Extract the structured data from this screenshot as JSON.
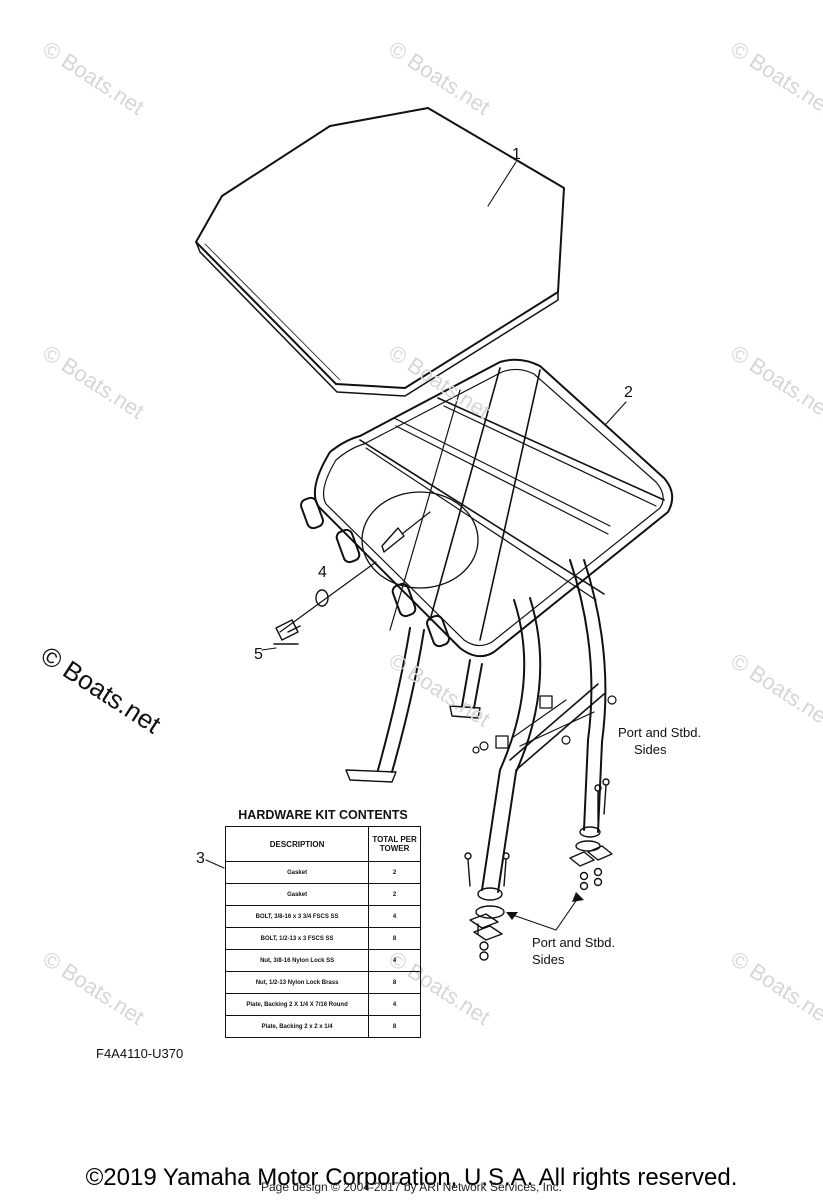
{
  "watermark": "© Boats.net",
  "callouts": [
    "1",
    "2",
    "3",
    "4",
    "5"
  ],
  "notes": {
    "upper": [
      "Port and Stbd.",
      "Sides"
    ],
    "lower": [
      "Port and Stbd.",
      "Sides"
    ]
  },
  "hardware_kit": {
    "title": "HARDWARE KIT CONTENTS",
    "headers": [
      "DESCRIPTION",
      "TOTAL PER TOWER"
    ],
    "rows": [
      [
        "Gasket",
        "2"
      ],
      [
        "Gasket",
        "2"
      ],
      [
        "BOLT, 3/8-16 x 3 3/4 FSCS SS",
        "4"
      ],
      [
        "BOLT, 1/2-13 x 3 FSCS SS",
        "8"
      ],
      [
        "Nut, 3/8-16 Nylon Lock SS",
        "4"
      ],
      [
        "Nut, 1/2-13 Nylon Lock Brass",
        "8"
      ],
      [
        "Plate, Backing 2 X 1/4 X 7/16 Round",
        "4"
      ],
      [
        "Plate, Backing 2 x 2 x 1/4",
        "8"
      ]
    ]
  },
  "part_number": "F4A4110-U370",
  "copyright": "©2019 Yamaha Motor Corporation, U.S.A. All rights reserved.",
  "page_design": "Page design © 2004-2017 by ARI Network Services, Inc."
}
